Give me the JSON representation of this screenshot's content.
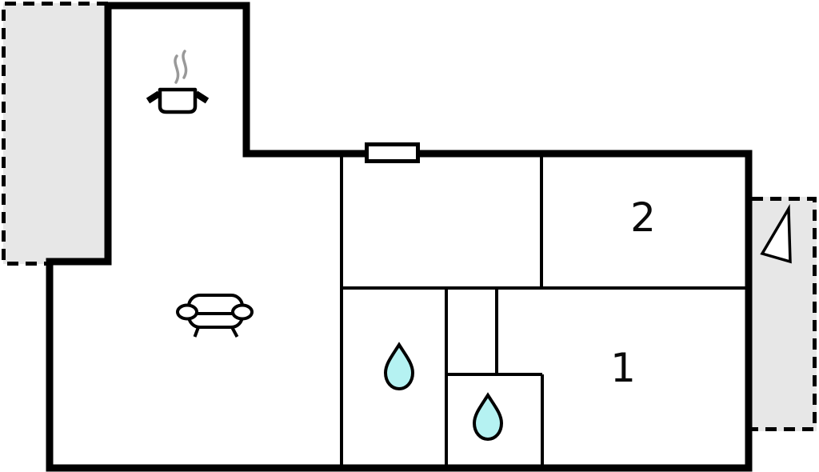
{
  "floorplan": {
    "kind": "apartment-floor-plan",
    "room_labels": {
      "room2": "2",
      "room1": "1"
    },
    "colors": {
      "wall": "#000000",
      "interior_wall": "#000000",
      "room_fill": "#ffffff",
      "terrace_fill": "#e7e7e7",
      "water_drop_fill": "#b5f2f2",
      "steam": "#999999",
      "label": "#0a0a0a"
    },
    "icons": {
      "kitchen": "cooking-pot-icon",
      "kitchen_steam": "steam-icon",
      "living_room": "sofa-icon",
      "bathroom": "water-drop-icon",
      "shower_room": "water-drop-icon",
      "terrace_access": "door-triangle-icon",
      "window": "window-marker"
    }
  }
}
